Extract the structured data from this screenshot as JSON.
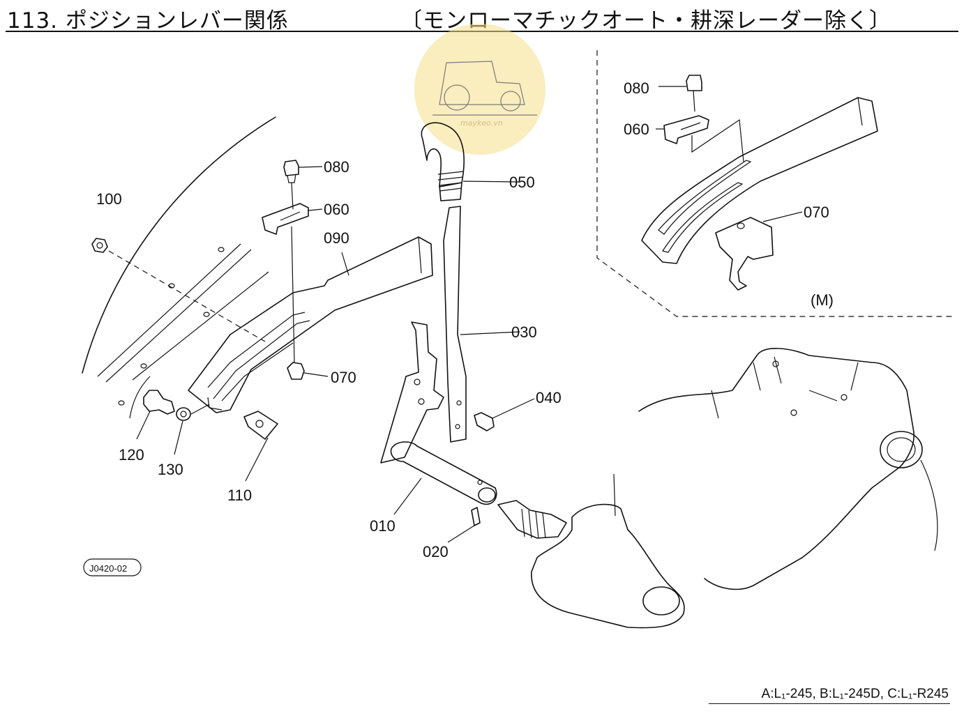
{
  "header": {
    "section_title": "113. ポジションレバー関係",
    "qualifier": "〔モンローマチックオート・耕深レーダー除く〕"
  },
  "watermark": {
    "text": "maykeo.vn"
  },
  "drawing": {
    "code": "J0420-02",
    "detail_tag": "(M)",
    "parts": [
      {
        "id": "010",
        "label": "010"
      },
      {
        "id": "020",
        "label": "020"
      },
      {
        "id": "030",
        "label": "030"
      },
      {
        "id": "040",
        "label": "040"
      },
      {
        "id": "050",
        "label": "050"
      },
      {
        "id": "060",
        "label": "060"
      },
      {
        "id": "070",
        "label": "070"
      },
      {
        "id": "080",
        "label": "080"
      },
      {
        "id": "090",
        "label": "090"
      },
      {
        "id": "100",
        "label": "100"
      },
      {
        "id": "110",
        "label": "110"
      },
      {
        "id": "120",
        "label": "120"
      },
      {
        "id": "130",
        "label": "130"
      }
    ],
    "detail_parts": [
      {
        "id": "080",
        "label": "080"
      },
      {
        "id": "060",
        "label": "060"
      },
      {
        "id": "070",
        "label": "070"
      }
    ]
  },
  "footer": {
    "models": "A:L₁-245,  B:L₁-245D,  C:L₁-R245"
  }
}
